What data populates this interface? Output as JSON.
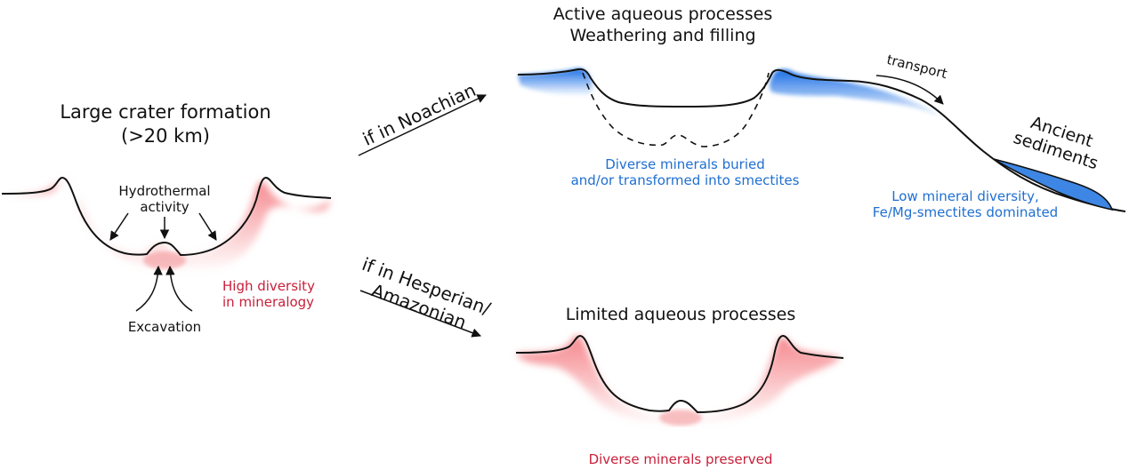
{
  "left_panel": {
    "title_line1": "Large crater formation",
    "title_line2": "(>20 km)",
    "hydrothermal_line1": "Hydrothermal",
    "hydrothermal_line2": "activity",
    "excavation": "Excavation",
    "diversity_line1": "High diversity",
    "diversity_line2": "in mineralogy"
  },
  "branches": {
    "noachian": "if in Noachian",
    "hesperian_line1": "if in Hesperian/",
    "hesperian_line2": "Amazonian"
  },
  "top_panel": {
    "title_line1": "Active aqueous processes",
    "title_line2": "Weathering and filling",
    "buried_line1": "Diverse minerals buried",
    "buried_line2": "and/or transformed into smectites",
    "transport": "transport",
    "sediments_line1": "Ancient",
    "sediments_line2": "sediments",
    "low_div_line1": "Low mineral diversity,",
    "low_div_line2": "Fe/Mg-smectites dominated"
  },
  "bottom_panel": {
    "title": "Limited aqueous processes",
    "preserved": "Diverse minerals preserved"
  },
  "colors": {
    "red_fill": "#f28b8f",
    "red_text": "#c8203a",
    "blue_fill": "#2a7ae2",
    "blue_text": "#1f6fd0"
  }
}
